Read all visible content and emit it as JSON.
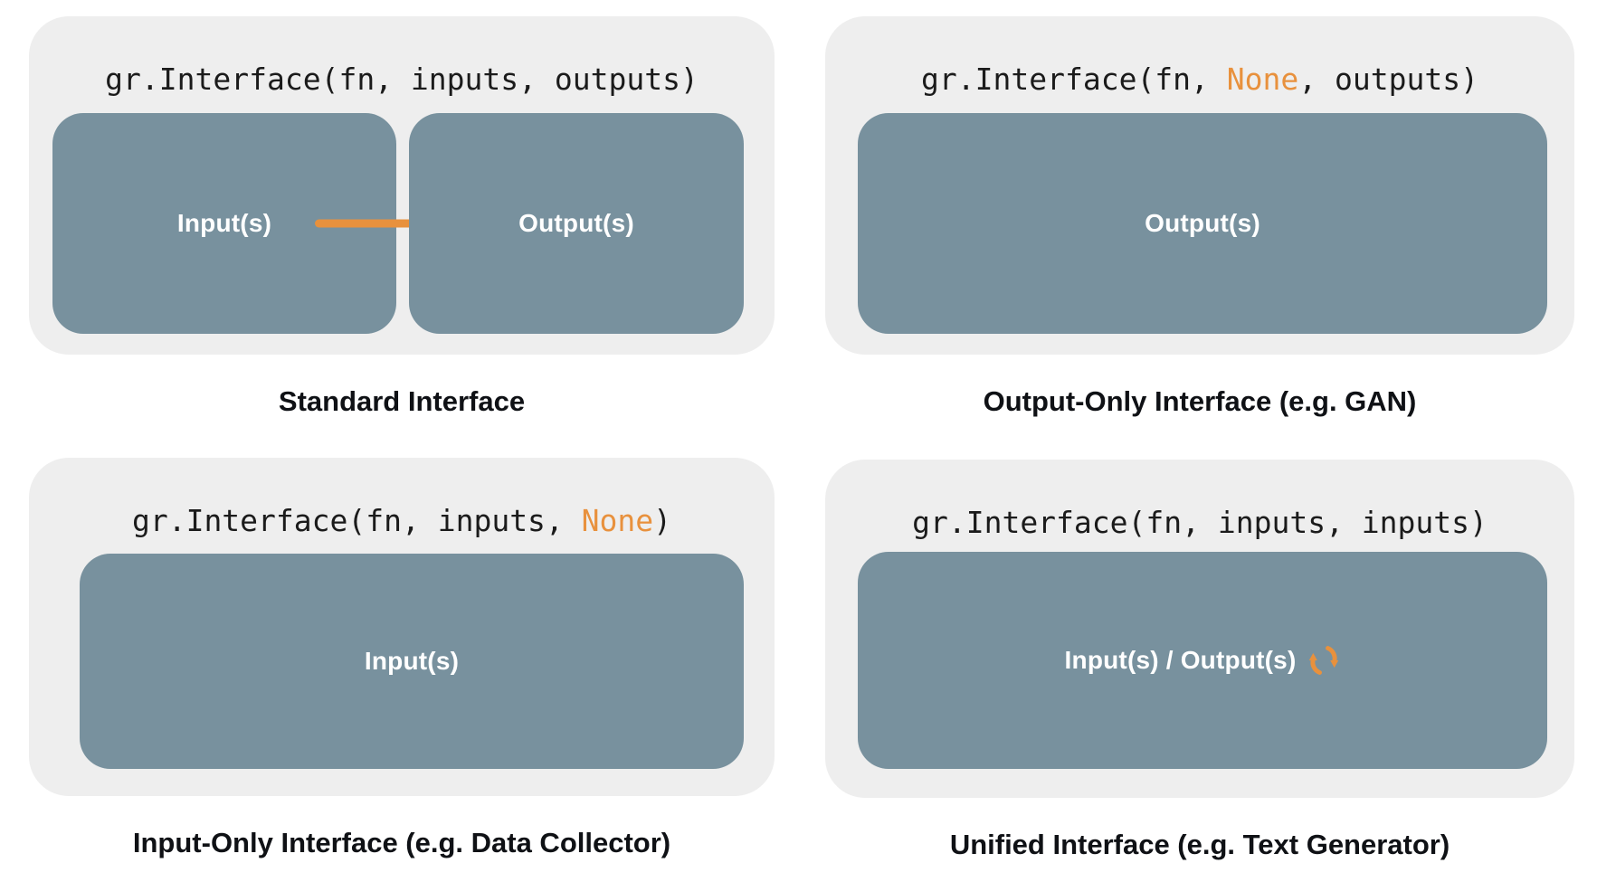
{
  "colors": {
    "accent": "#E8913D",
    "box_fill": "#78919E",
    "panel_bg": "#EEEEEE",
    "code_text": "#1B1B1B",
    "caption_text": "#0F1115",
    "label_text": "#FFFFFF"
  },
  "panels": [
    {
      "id": "standard",
      "code": [
        {
          "t": "gr.Interface(fn, inputs, outputs)",
          "accent": false
        }
      ],
      "boxes": [
        {
          "label": "Input(s)"
        },
        {
          "label": "Output(s)"
        }
      ],
      "connector": "right-arrow",
      "caption": "Standard Interface"
    },
    {
      "id": "output-only",
      "code": [
        {
          "t": "gr.Interface(fn, ",
          "accent": false
        },
        {
          "t": "None",
          "accent": true
        },
        {
          "t": ", outputs)",
          "accent": false
        }
      ],
      "boxes": [
        {
          "label": "Output(s)"
        }
      ],
      "caption": "Output-Only Interface (e.g. GAN)"
    },
    {
      "id": "input-only",
      "code": [
        {
          "t": "gr.Interface(fn, inputs, ",
          "accent": false
        },
        {
          "t": "None",
          "accent": true
        },
        {
          "t": ")",
          "accent": false
        }
      ],
      "boxes": [
        {
          "label": "Input(s)"
        }
      ],
      "caption": "Input-Only Interface (e.g. Data Collector)"
    },
    {
      "id": "unified",
      "code": [
        {
          "t": "gr.Interface(fn, inputs, inputs)",
          "accent": false
        }
      ],
      "boxes": [
        {
          "label": "Input(s) / Output(s)",
          "icon": "sync-icon"
        }
      ],
      "caption": "Unified Interface (e.g. Text Generator)"
    }
  ]
}
